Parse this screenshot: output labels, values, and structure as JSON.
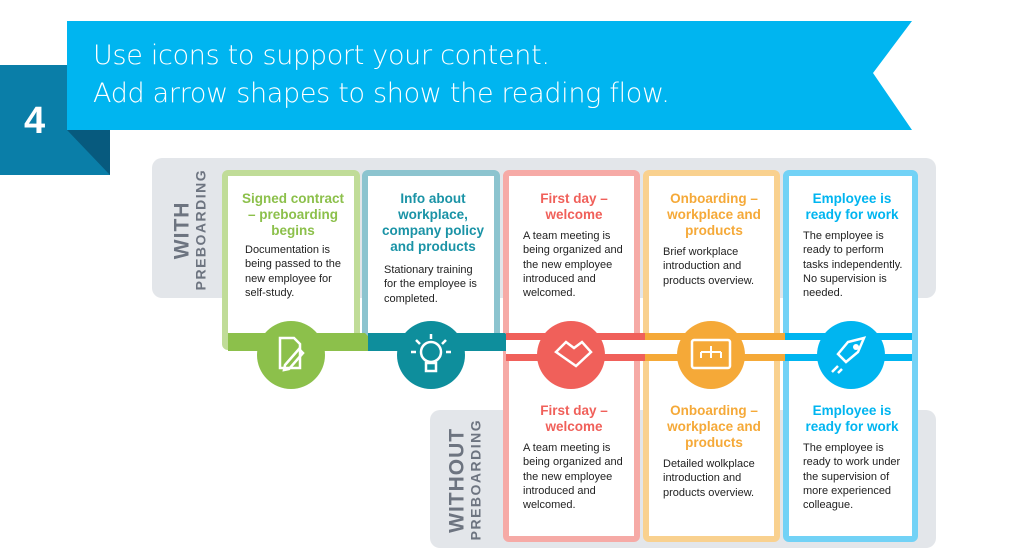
{
  "header": {
    "step_number": "4",
    "line1": "Use icons to support your content.",
    "line2": "Add arrow shapes to show the reading flow."
  },
  "rows": {
    "with": {
      "label1": "WITH",
      "label2": "PREBOARDING"
    },
    "without": {
      "label1": "WITHOUT",
      "label2": "PREBOARDING"
    }
  },
  "colors": {
    "green": "#8cc04b",
    "teal": "#1a93a6",
    "red": "#f0605a",
    "orange": "#f5a938",
    "blue": "#00b5f0",
    "banner": "#00b5f0",
    "banner_dark": "#0a7ea8"
  },
  "with_cards": [
    {
      "title": "Signed contract – preboarding begins",
      "text": "Documentation is being passed to the new employee for self-study.",
      "icon": "document-pen-icon"
    },
    {
      "title": "Info about workplace, company policy and products",
      "text": "Stationary training for the employee is completed.",
      "icon": "lightbulb-icon"
    },
    {
      "title": "First day – welcome",
      "text": "A team meeting is being organized and the new employee introduced and welcomed.",
      "icon": "handshake-icon"
    },
    {
      "title": "Onboarding – workplace and products",
      "text": "Brief workplace introduction and products overview.",
      "icon": "org-chart-icon"
    },
    {
      "title": "Employee is ready for work",
      "text": "The employee is ready to perform tasks independently. No supervision is needed.",
      "icon": "rocket-icon"
    }
  ],
  "without_cards": [
    {
      "title": "First day – welcome",
      "text": "A team meeting is being organized and the new employee introduced and welcomed."
    },
    {
      "title": "Onboarding – workplace and products",
      "text": "Detailed wolkplace introduction and products overview."
    },
    {
      "title": "Employee is ready for work",
      "text": "The employee is ready to work under the supervision of more experienced colleague."
    }
  ]
}
